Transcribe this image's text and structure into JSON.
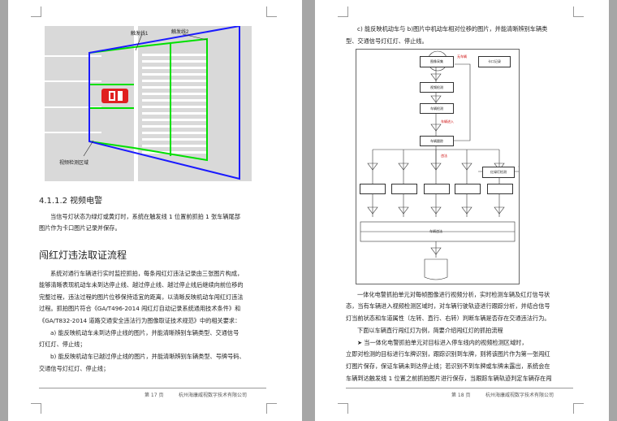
{
  "left_page": {
    "figure": {
      "label_trigger1": "触发线1",
      "label_trigger2": "触发线2",
      "label_zone": "视频检测区域"
    },
    "heading_412": "4.1.1.2 视频电警",
    "para_412": [
      "当信号灯状态为绿灯或黄灯时，系统在触发线 1 位置前抓拍 1 张车辆尾部",
      "图片作为卡口图片记录并保存。"
    ],
    "heading_flow": "闯红灯违法取证流程",
    "para_flow": [
      "系统对通行车辆进行实时监控抓拍，每条闯红灯违法记录由三张图片构成，",
      "能够清晰表现机动车未到达停止线、越过停止线、越过停止线后继续向前位移的",
      "完整过程，违法过程的图片位移保持适宜的距离，以清晰反映机动车闯红灯违法",
      "过程。抓拍图片符合《GA/T496-2014 闯红灯自动记录系统通用技术条件》和",
      "《GA/T832-2014 道路交通安全违法行为图像取证技术规范》中的相关要求：",
      "a) 能反映机动车未到达停止线的图片，并能清晰辨别车辆类型、交通信号",
      "灯红灯、停止线；",
      "b) 能反映机动车已越过停止线的图片，并能清晰辨别车辆类型、号牌号码、",
      "交通信号灯红灯、停止线；"
    ],
    "footer_page": "第 17 页",
    "footer_company": "杭州海康威视数字技术有限公司"
  },
  "right_page": {
    "intro": [
      "c) 能反映机动车与 b)图片中机动车相对位移的图片，并能清晰辨别车辆类",
      "型、交通信号灯红灯、停止线。"
    ],
    "flowchart": {
      "node1": "图像采集",
      "node2": "视频检测",
      "node3": "车辆检测",
      "node4": "车辆跟踪",
      "node5": "车辆违法",
      "node_signal": "红绿灯检测",
      "node_right": "卡口记录",
      "red1": "无车辆",
      "red2": "车辆进入",
      "red3": "违法"
    },
    "para_after": [
      "一体化电警抓拍单元对每帧图像进行视频分析，实时检测车辆及红灯信号状",
      "态，当有车辆进入视频检测区域时，对车辆行驶轨迹进行跟踪分析，并结合信号",
      "灯当前状态和车道属性（左转、直行、右转）判断车辆是否存在交通违法行为。",
      "下面以车辆直行闯红灯为例，简要介绍闯红灯的抓拍流程",
      "➤ 当一体化电警抓拍单元对目标进入停车线内的视频检测区域时，",
      "立即对检测的目标进行车牌识别，跟踪识别到车牌，则将该图片作为第一张闯红",
      "灯图片保存，保证车辆未到达停止线；若识别不到车牌或车牌未露出，系统会在",
      "车辆到达触发线 1 位置之前抓拍图片进行保存，当跟踪车辆轨迹判定车辆存在闯"
    ],
    "footer_page": "第 18 页",
    "footer_company": "杭州海康威视数字技术有限公司"
  },
  "colors": {
    "page_bg": "#a6a6a6",
    "road": "#d9d9d9",
    "zone_blue": "#1a1aff",
    "lane_green": "#00e000",
    "car_red": "#e02020"
  }
}
